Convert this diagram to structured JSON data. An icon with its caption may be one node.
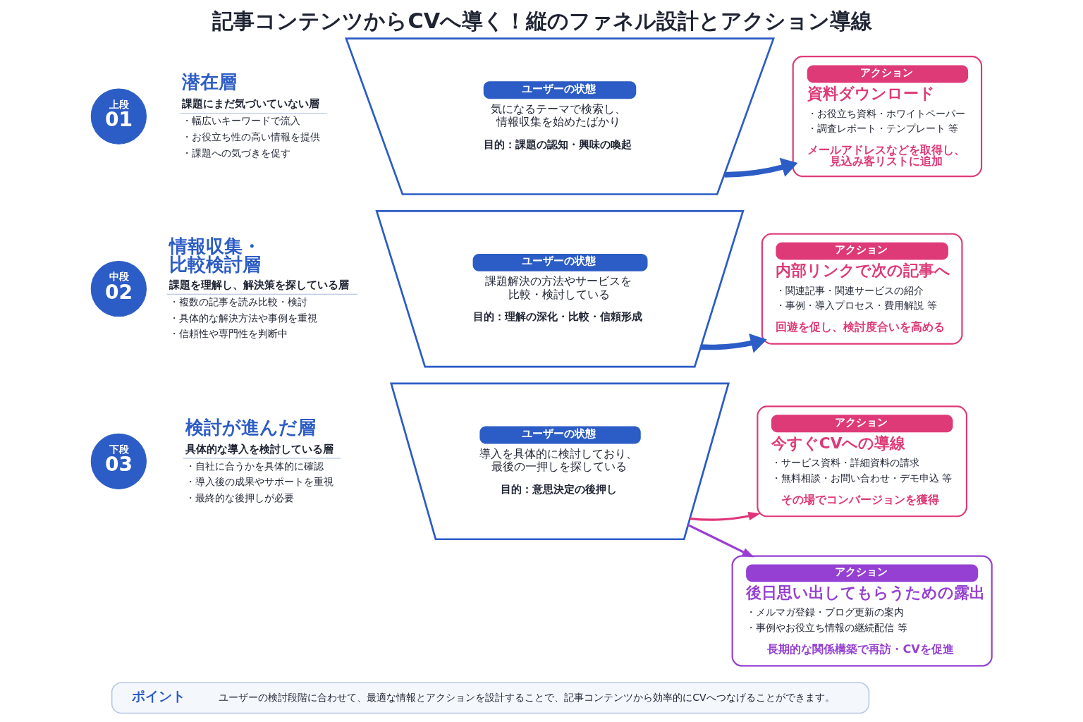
{
  "diagram": {
    "title": "記事コンテンツからCVへ導く！縦のファネル設計とアクション導線",
    "nodes": [
      {
        "text": [
          "上段",
          "01"
        ],
        "beside": [
          "潜在層",
          "課題にまだ気づいていない層",
          "・幅広いキーワードで流入",
          "・お役立ち性の高い情報を提供",
          "・課題への気づきを促す"
        ]
      },
      {
        "text": [
          "ユーザーの状態",
          "気になるテーマで検索し、情報収集を始めたばかり",
          "目的：課題の認知・興味の喚起"
        ]
      },
      {
        "text": [
          "アクション",
          "資料ダウンロード",
          "・お役立ち資料・ホワイトペーパー",
          "・調査レポート・テンプレート 等",
          "メールアドレスなどを取得し、見込み客リストに追加"
        ]
      },
      {
        "text": [
          "中段",
          "02"
        ],
        "beside": [
          "情報収集・比較検討層",
          "課題を理解し、解決策を探している層",
          "・複数の記事を読み比較・検討",
          "・具体的な解決方法や事例を重視",
          "・信頼性や専門性を判断中"
        ]
      },
      {
        "text": [
          "ユーザーの状態",
          "課題解決の方法やサービスを比較・検討している",
          "目的：理解の深化・比較・信頼形成"
        ]
      },
      {
        "text": [
          "アクション",
          "内部リンクで次の記事へ",
          "・関連記事・関連サービスの紹介",
          "・事例・導入プロセス・費用解説 等",
          "回遊を促し、検討度合いを高める"
        ]
      },
      {
        "text": [
          "下段",
          "03"
        ],
        "beside": [
          "検討が進んだ層",
          "具体的な導入を検討している層",
          "・自社に合うかを具体的に確認",
          "・導入後の成果やサポートを重視",
          "・最終的な後押しが必要"
        ]
      },
      {
        "text": [
          "ユーザーの状態",
          "導入を具体的に検討しており、最後の一押しを探している",
          "目的：意思決定の後押し"
        ]
      },
      {
        "text": [
          "アクション",
          "今すぐCVへの導線",
          "・サービス資料・詳細資料の請求",
          "・無料相談・お問い合わせ・デモ申込 等",
          "その場でコンバージョンを獲得"
        ]
      },
      {
        "text": [
          "アクション",
          "後日思い出してもらうための露出",
          "・メルマガ登録・ブログ更新の案内",
          "・事例やお役立ち情報の継続配信 等",
          "長期的な関係構築で再訪・CVを促進"
        ]
      },
      {
        "text": [
          "ポイント",
          "ユーザーの検討段階に合わせて、最適な情報とアクションを設計することで、記事コンテンツから効率的にCVへつなげることができます。"
        ]
      }
    ],
    "edges": [
      {
        "from": 1,
        "to": 2,
        "arrow": "to",
        "style": "thick"
      },
      {
        "from": 4,
        "to": 5,
        "arrow": "to",
        "style": "thick"
      },
      {
        "from": 7,
        "to": 8,
        "arrow": "to",
        "color": "#e0357a"
      },
      {
        "from": 7,
        "to": 9,
        "arrow": "to",
        "color": "#9a3fd6"
      }
    ]
  }
}
